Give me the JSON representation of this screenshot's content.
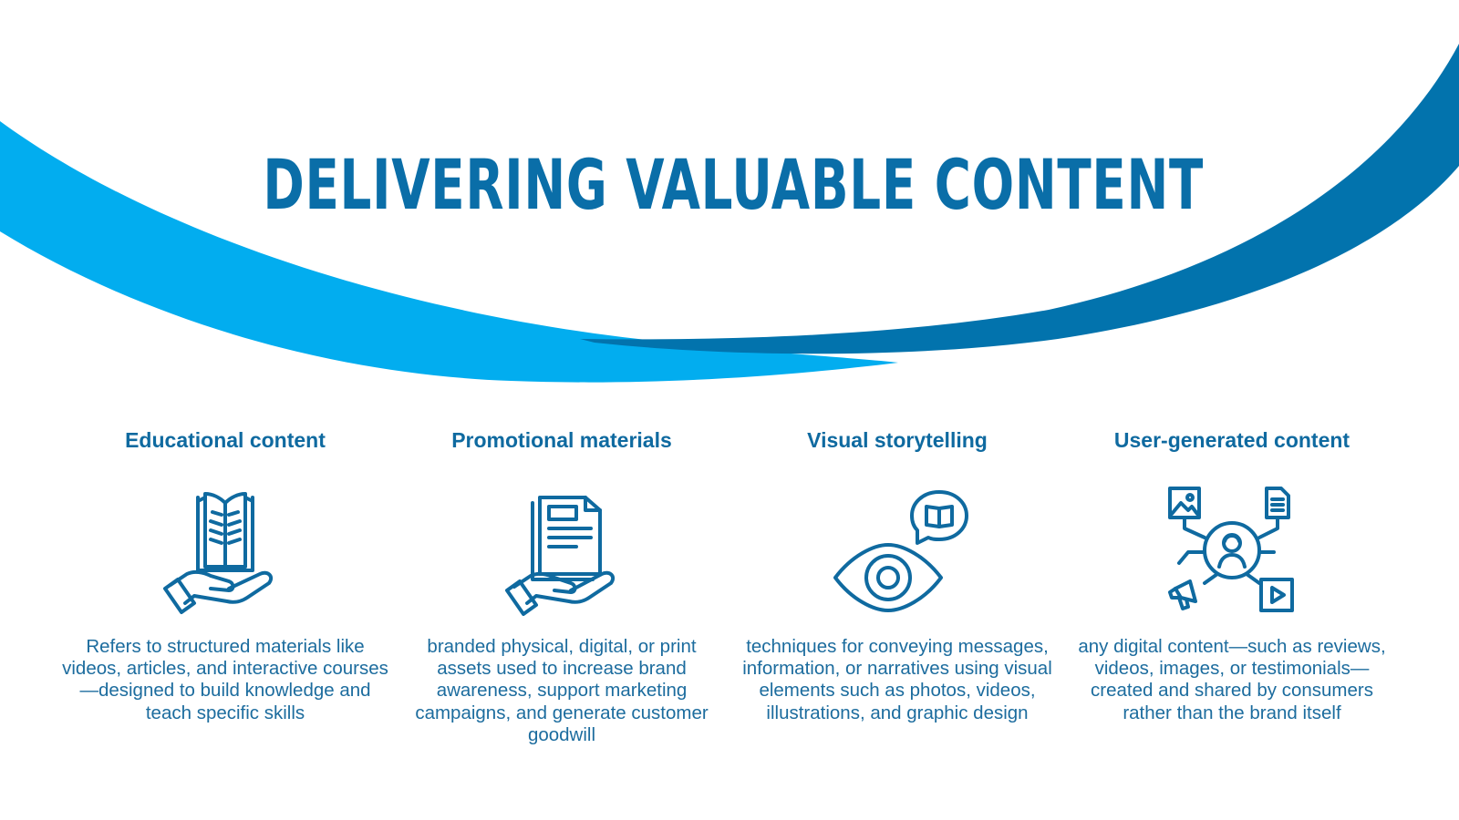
{
  "title": "DELIVERING VALUABLE CONTENT",
  "colors": {
    "title": "#0a6ea8",
    "swoosh_light": "#02adef",
    "swoosh_dark": "#0273ad",
    "icon_stroke": "#0f6aa0",
    "heading": "#0f6aa0",
    "body_text": "#1c6c9e"
  },
  "cards": [
    {
      "heading": "Educational content",
      "icon": "open-book-in-hand-icon",
      "text": "Refers to structured materials like videos, articles, and interactive courses—designed to build knowledge and teach specific skills"
    },
    {
      "heading": "Promotional materials",
      "icon": "document-in-hand-icon",
      "text": "branded physical, digital, or print assets used to increase brand awareness, support marketing campaigns, and generate customer goodwill"
    },
    {
      "heading": "Visual storytelling",
      "icon": "eye-with-book-speech-bubble-icon",
      "text": "techniques for conveying messages, information, or narratives using visual elements such as photos, videos, illustrations, and graphic design"
    },
    {
      "heading": "User-generated content",
      "icon": "user-network-media-icon",
      "text": "any digital content—such as reviews, videos, images, or testimonials—created and shared by consumers rather than the brand itself"
    }
  ]
}
